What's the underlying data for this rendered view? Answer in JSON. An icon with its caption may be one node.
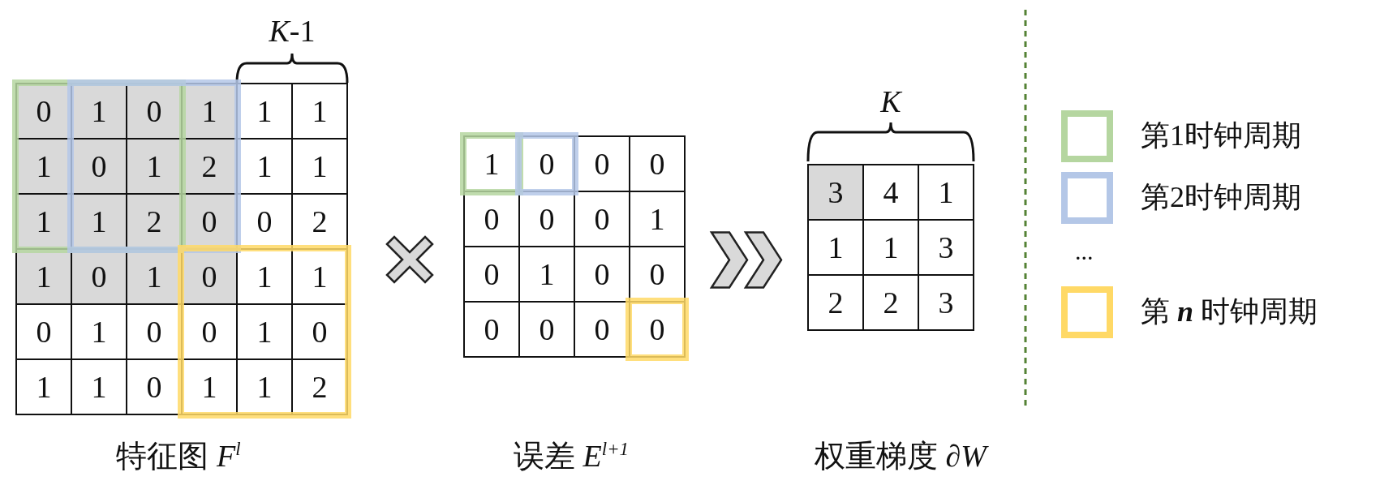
{
  "diagram": {
    "nodes": [
      {
        "text": [
          "特征图 *F*$^{l}$"
        ]
      },
      {
        "text": [
          "误差 *E*$^{l+1}$"
        ]
      },
      {
        "text": [
          "权重梯度 ∂*W*"
        ]
      }
    ],
    "edges": [
      {
        "from": 1,
        "to": 2,
        "arrow": "to"
      }
    ],
    "labels": [
      "*K*-1",
      "0",
      "1",
      "0",
      "1",
      "1",
      "1",
      "1",
      "0",
      "1",
      "2",
      "1",
      "1",
      "1",
      "1",
      "2",
      "0",
      "0",
      "2",
      "1",
      "0",
      "1",
      "0",
      "1",
      "1",
      "0",
      "1",
      "0",
      "0",
      "1",
      "0",
      "1",
      "1",
      "0",
      "1",
      "1",
      "2",
      "1",
      "0",
      "0",
      "0",
      "0",
      "0",
      "0",
      "1",
      "0",
      "1",
      "0",
      "0",
      "0",
      "0",
      "0",
      "0",
      "K",
      "3",
      "4",
      "1",
      "1",
      "1",
      "3",
      "2",
      "2",
      "3",
      "..."
    ],
    "legend": [
      {
        "text": "第1时钟周期",
        "color": "#b5d6a0"
      },
      {
        "text": "第2时钟周期",
        "color": "#b4c7e7"
      },
      {
        "text": "第 *n* 时钟周期",
        "color": "#ffd966"
      }
    ]
  }
}
